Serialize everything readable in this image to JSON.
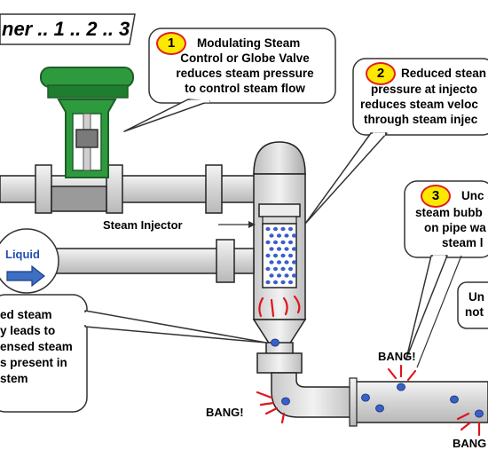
{
  "header": {
    "title": "ner .. 1 .. 2 .. 3"
  },
  "callouts": [
    {
      "number": "1",
      "lines": [
        "Modulating Steam",
        "Control  or Globe Valve",
        "reduces steam pressure",
        "to control steam flow"
      ]
    },
    {
      "number": "2",
      "lines": [
        "Reduced stean",
        "pressure at injecto",
        "reduces steam veloc",
        "through steam injec"
      ]
    },
    {
      "number": "3",
      "lines": [
        "Unc",
        "steam bubb",
        "on pipe wa",
        "steam l"
      ]
    },
    {
      "lines": [
        "Un",
        "not"
      ]
    },
    {
      "lines": [
        "ed steam",
        "y leads to",
        "ensed steam",
        "s present in",
        "stem"
      ]
    }
  ],
  "labels": {
    "steam_injector": "Steam Injector",
    "liquid": "Liquid",
    "bang_1": "BANG!",
    "bang_2": "BANG!",
    "bang_3": "BANG"
  },
  "colors": {
    "valve_green": "#2e9a3e",
    "pipe_grey": "#d9d9d9",
    "bubble_blue": "#3a5fc8",
    "arrow_blue": "#3d6fc4",
    "burst_red": "#e0141e",
    "badge_yellow": "#ffe800"
  }
}
